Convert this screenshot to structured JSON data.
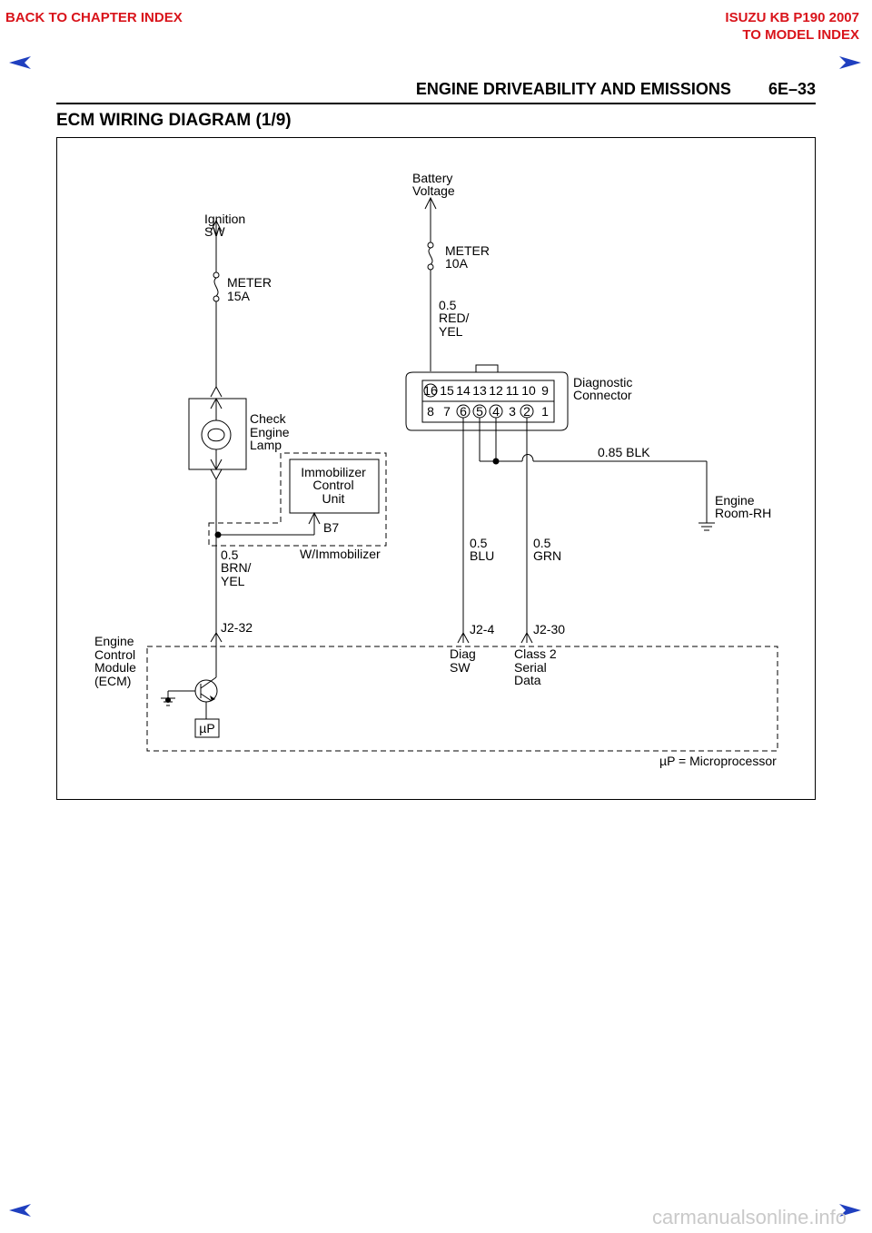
{
  "nav": {
    "back_label": "BACK TO CHAPTER INDEX",
    "model_title": "ISUZU KB P190 2007",
    "model_link": "TO MODEL INDEX",
    "arrow_color": "#1f3fbf"
  },
  "header": {
    "section": "ENGINE DRIVEABILITY AND EMISSIONS",
    "page": "6E–33"
  },
  "diagram": {
    "title": "ECM WIRING DIAGRAM (1/9)",
    "labels": {
      "battery": [
        "Battery",
        "Voltage"
      ],
      "ignition": [
        "Ignition",
        "SW"
      ],
      "meter_15": [
        "METER",
        "15A"
      ],
      "meter_10": [
        "METER",
        "10A"
      ],
      "wire_red": [
        "0.5",
        "RED/",
        "YEL"
      ],
      "diag_conn": [
        "Diagnostic",
        "Connector"
      ],
      "pins_top": [
        "16",
        "15",
        "14",
        "13",
        "12",
        "11",
        "10",
        "9"
      ],
      "pins_bottom": [
        "8",
        "7",
        "6",
        "5",
        "4",
        "3",
        "2",
        "1"
      ],
      "check_lamp": [
        "Check",
        "Engine",
        "Lamp"
      ],
      "immobilizer": [
        "Immobilizer",
        "Control",
        "Unit"
      ],
      "b7": "B7",
      "w_immobilizer": "W/Immobilizer",
      "wire_blk": "0.85 BLK",
      "engine_room": [
        "Engine",
        "Room-RH"
      ],
      "wire_brn": [
        "0.5",
        "BRN/",
        "YEL"
      ],
      "wire_blu": [
        "0.5",
        "BLU"
      ],
      "wire_grn": [
        "0.5",
        "GRN"
      ],
      "j2_32": "J2-32",
      "j2_4": "J2-4",
      "j2_30": "J2-30",
      "ecm": [
        "Engine",
        "Control",
        "Module",
        "(ECM)"
      ],
      "diag_sw": [
        "Diag",
        "SW"
      ],
      "class2": [
        "Class 2",
        "Serial",
        "Data"
      ],
      "up": "µP",
      "up_note": "µP = Microprocessor"
    }
  },
  "watermark": "carmanualsonline.info"
}
